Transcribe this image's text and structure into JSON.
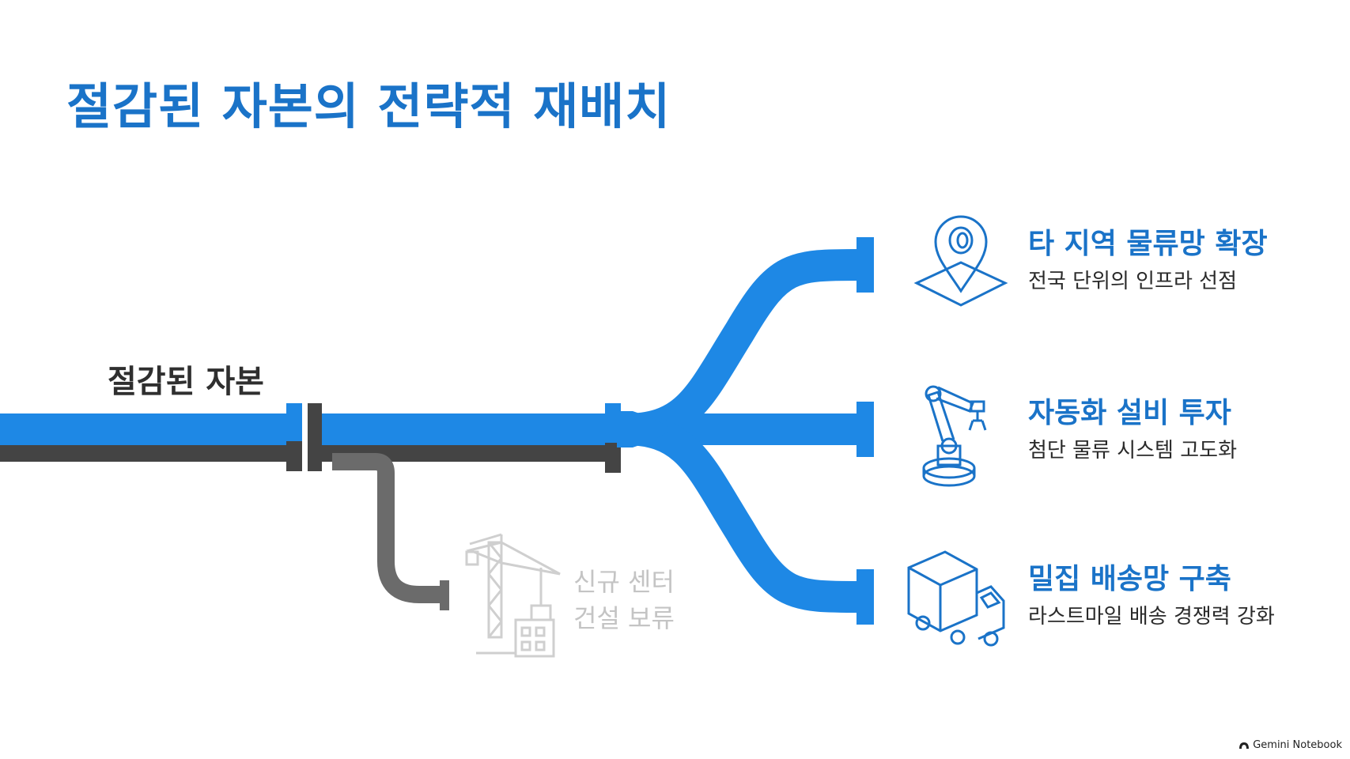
{
  "title": "절감된 자본의 전략적 재배치",
  "source_label": "절감된 자본",
  "on_hold": {
    "line1": "신규 센터",
    "line2": "건설 보류",
    "icon": "construction-crane-icon"
  },
  "branches": [
    {
      "title": "타 지역 물류망 확장",
      "desc": "전국 단위의 인프라 선점",
      "icon": "map-pin-icon"
    },
    {
      "title": "자동화 설비 투자",
      "desc": "첨단 물류 시스템 고도화",
      "icon": "robot-arm-icon"
    },
    {
      "title": "밀집 배송망 구축",
      "desc": "라스트마일 배송 경쟁력 강화",
      "icon": "delivery-truck-icon"
    }
  ],
  "watermark": "Gemini Notebook",
  "colors": {
    "accent": "#1a73c8",
    "pipe_blue": "#1e88e5",
    "pipe_gray": "#444444",
    "muted": "#c4c4c4"
  }
}
